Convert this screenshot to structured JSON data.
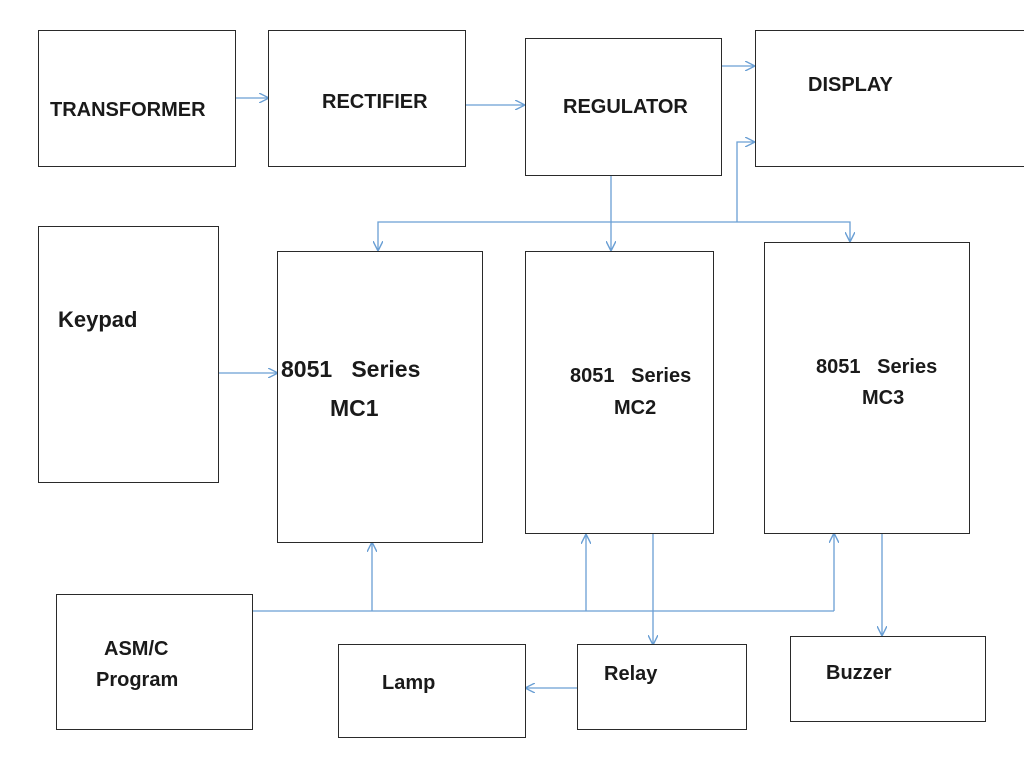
{
  "blocks": {
    "transformer": "TRANSFORMER",
    "rectifier": "RECTIFIER",
    "regulator": "REGULATOR",
    "display": "DISPLAY",
    "keypad": "Keypad",
    "mc1": {
      "line1": "8051   Series",
      "line2": "MC1"
    },
    "mc2": {
      "line1": "8051   Series",
      "line2": "MC2"
    },
    "mc3": {
      "line1": "8051   Series",
      "line2": "MC3"
    },
    "program": {
      "line1": "ASM/C",
      "line2": "Program"
    },
    "lamp": "Lamp",
    "relay": "Relay",
    "buzzer": "Buzzer"
  },
  "colors": {
    "connector": "#6a9fd4",
    "border": "#2a2a2a",
    "text": "#1a1a1a"
  }
}
